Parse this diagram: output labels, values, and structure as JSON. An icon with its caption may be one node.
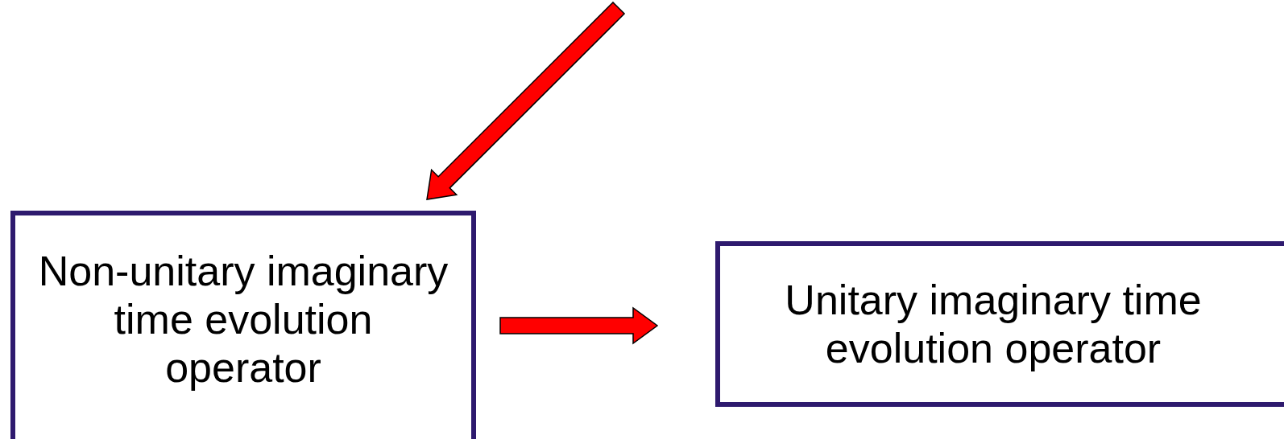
{
  "diagram": {
    "nodes": [
      {
        "text": [
          "Non-unitary imaginary time evolution operator"
        ]
      },
      {
        "text": [
          "Unitary imaginary time evolution operator"
        ]
      }
    ],
    "edges": [
      {
        "from": null,
        "to": 0,
        "arrow": "to"
      },
      {
        "from": 0,
        "to": 1,
        "arrow": "to"
      }
    ]
  }
}
